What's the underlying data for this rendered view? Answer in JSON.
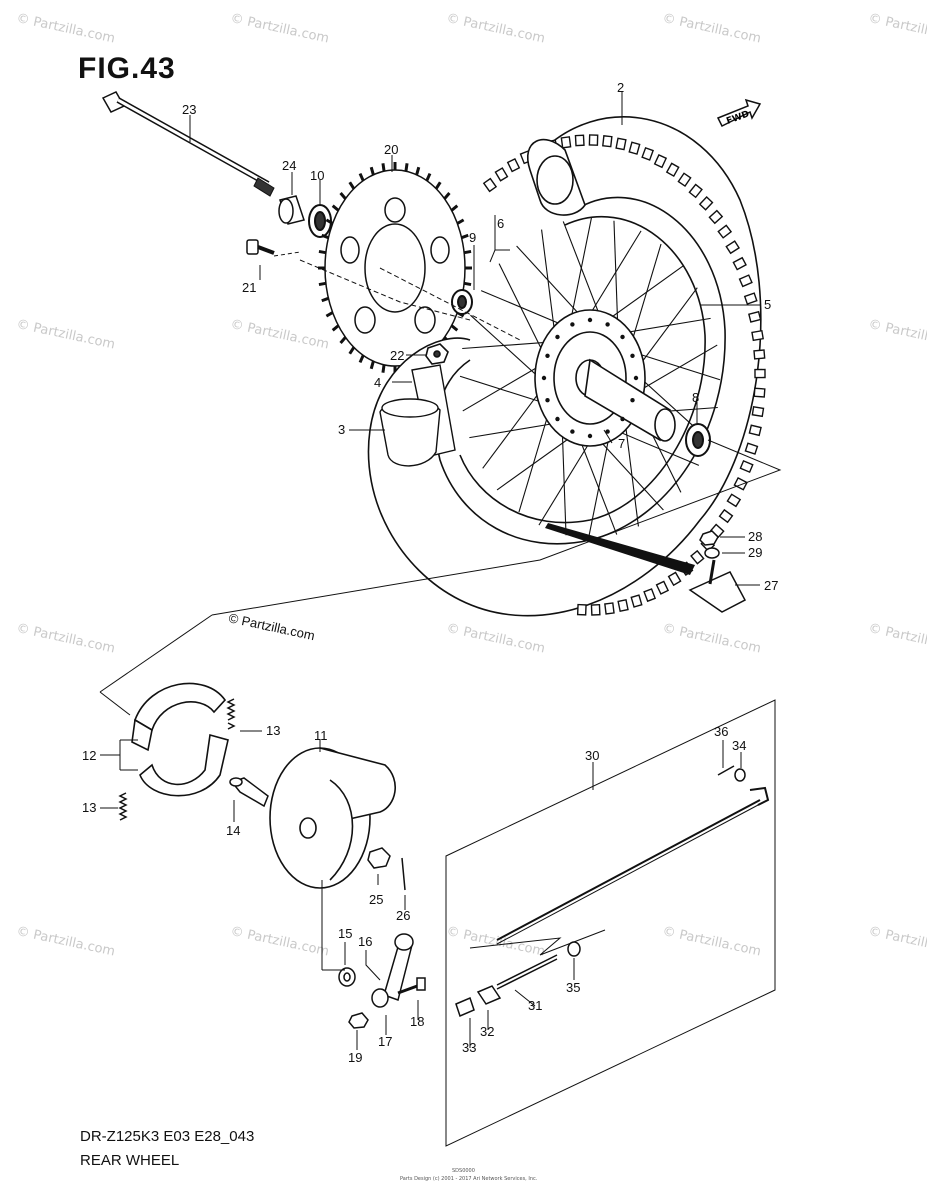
{
  "figure": {
    "title": "FIG.43",
    "direction_badge": "FWD",
    "copyright_mark": "© Partzilla.com",
    "watermark_text": "© Partzilla.com"
  },
  "footer": {
    "model_code": "DR-Z125K3 E03 E28_043",
    "caption": "REAR WHEEL",
    "small_code": "SDS0000",
    "small_notice": "Parts Design (c) 2001 - 2017 Ari Network Services, Inc."
  },
  "callouts": [
    "2",
    "3",
    "4",
    "5",
    "6",
    "7",
    "8",
    "9",
    "10",
    "11",
    "12",
    "13",
    "13",
    "14",
    "15",
    "16",
    "17",
    "18",
    "19",
    "20",
    "21",
    "22",
    "23",
    "24",
    "25",
    "26",
    "27",
    "28",
    "29",
    "30",
    "31",
    "32",
    "33",
    "34",
    "35",
    "36"
  ]
}
